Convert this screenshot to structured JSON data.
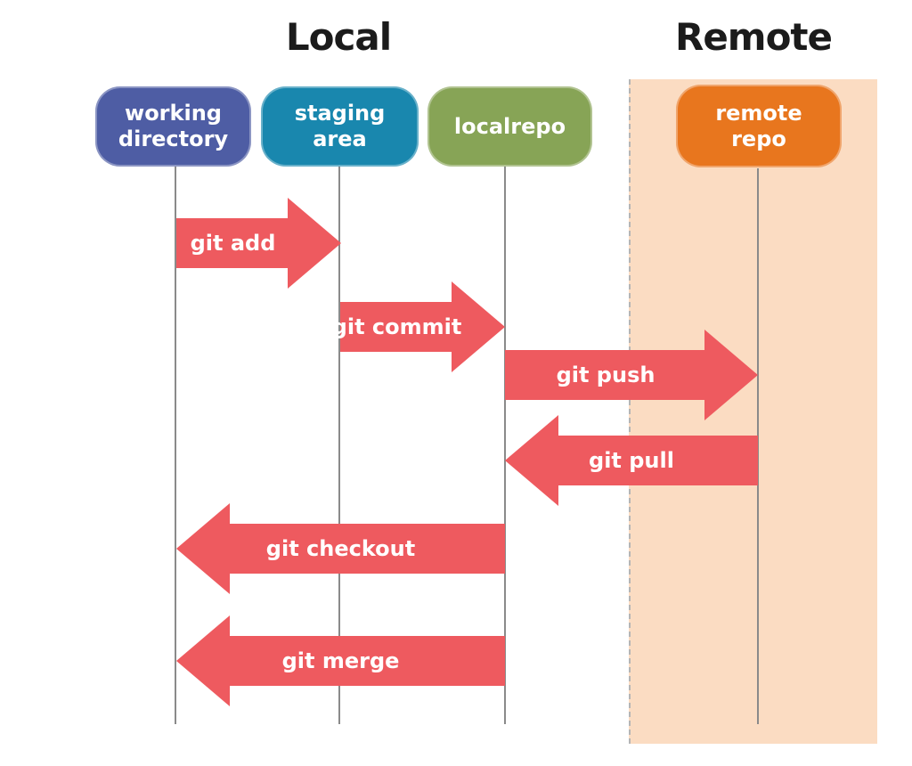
{
  "diagram": {
    "type": "git-workflow-sequence-diagram",
    "titles": {
      "local": "Local",
      "remote": "Remote"
    },
    "colors": {
      "arrow": "#EE5A5F",
      "remote_bg": "#FBDCC2",
      "lane": "#8A8A8A",
      "title_text": "#1B1B1B",
      "node_working_directory": "#4E5DA4",
      "node_staging_area": "#1987AE",
      "node_localrepo": "#87A456",
      "node_remote_repo": "#E8761E"
    },
    "nodes": {
      "working_directory": {
        "label": "working\ndirectory"
      },
      "staging_area": {
        "label": "staging\narea"
      },
      "localrepo": {
        "label": "localrepo"
      },
      "remote_repo": {
        "label": "remote\nrepo"
      }
    },
    "arrows": {
      "git_add": {
        "label": "git add",
        "from": "working directory",
        "to": "staging area",
        "direction": "right"
      },
      "git_commit": {
        "label": "git commit",
        "from": "staging area",
        "to": "localrepo",
        "direction": "right"
      },
      "git_push": {
        "label": "git push",
        "from": "localrepo",
        "to": "remote repo",
        "direction": "right"
      },
      "git_pull": {
        "label": "git pull",
        "from": "remote repo",
        "to": "localrepo",
        "direction": "left"
      },
      "git_checkout": {
        "label": "git checkout",
        "from": "localrepo",
        "to": "working directory",
        "direction": "left"
      },
      "git_merge": {
        "label": "git merge",
        "from": "localrepo",
        "to": "working directory",
        "direction": "left"
      }
    }
  }
}
